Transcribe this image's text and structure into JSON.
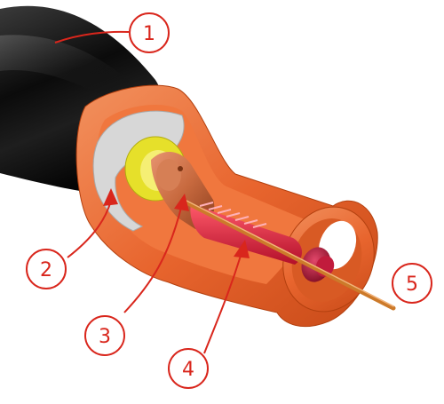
{
  "diagram": {
    "callouts": [
      {
        "label": "1"
      },
      {
        "label": "2"
      },
      {
        "label": "3"
      },
      {
        "label": "4"
      },
      {
        "label": "5"
      }
    ]
  },
  "colors": {
    "callout": "#d9261c",
    "jacket": "#111111",
    "fitting": "#e8652e",
    "insulation": "#d7d7d7",
    "ring": "#e6e02a",
    "copper_sleeve": "#c86a3f",
    "red_braid": "#e3233a",
    "conductor": "#cc7a2a"
  }
}
